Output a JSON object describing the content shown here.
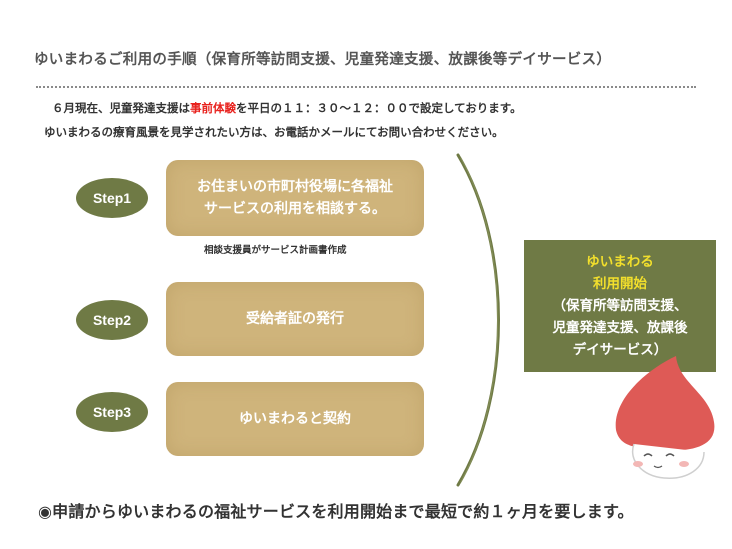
{
  "title": "ゆいまわるご利用の手順（保育所等訪問支援、児童発達支援、放課後等デイサービス）",
  "notice": {
    "line1_before": "６月現在、児童発達支援は",
    "line1_highlight": "事前体験",
    "line1_after": "を平日の１１：３０〜１２：００で設定しております。",
    "line2": "ゆいまわるの療育風景を見学されたい方は、お電話かメールにてお問い合わせください。"
  },
  "steps": [
    {
      "label": "Step1",
      "lines": [
        "お住まいの市町村役場に各福祉",
        "サービスの利用を相談する。"
      ]
    },
    {
      "label": "Step2",
      "lines": [
        "受給者証の発行"
      ]
    },
    {
      "label": "Step3",
      "lines": [
        "ゆいまわると契約"
      ]
    }
  ],
  "step1_note": "相談支援員がサービス計画書作成",
  "service_box": {
    "lines": [
      "ゆいまわる",
      "利用開始",
      "（保育所等訪問支援、",
      "児童発達支援、放課後",
      "デイサービス）"
    ]
  },
  "footer": "◉申請からゆいまわるの福祉サービスを利用開始まで最短で約１ヶ月を要します。",
  "colors": {
    "olive": "#6f7a45",
    "tan": "#cfb47b",
    "red": "#e8211d",
    "yellow": "#f2df2c"
  }
}
